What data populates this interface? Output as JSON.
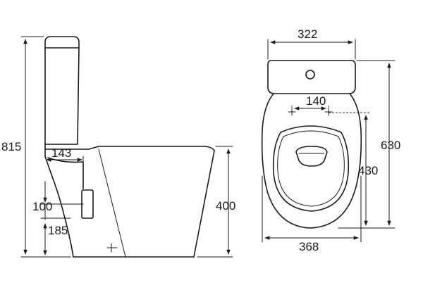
{
  "dimensions": {
    "side_height_total": "815",
    "side_rear_depth": "143",
    "side_outlet_center": "100",
    "side_outlet_height": "185",
    "side_seat_height": "400",
    "top_tank_width": "322",
    "top_hole_spacing": "140",
    "top_total_length": "630",
    "top_bowl_length": "430",
    "top_bowl_width": "368"
  }
}
